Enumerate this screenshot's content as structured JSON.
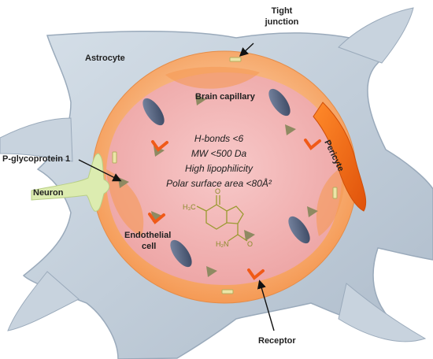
{
  "labels": {
    "tight_junction_line1": "Tight",
    "tight_junction_line2": "junction",
    "astrocyte": "Astrocyte",
    "brain_capillary": "Brain capillary",
    "p_glycoprotein": "P-glycoprotein 1",
    "neuron": "Neuron",
    "pericyte": "Pericyte",
    "endothelial_line1": "Endothelial",
    "endothelial_line2": "cell",
    "receptor": "Receptor"
  },
  "criteria": {
    "hbonds": "H-bonds <6",
    "mw": "MW <500 Da",
    "lipophilicity": "High lipophilicity",
    "psa": "Polar surface area <80Å²"
  },
  "molecule": {
    "methyl": "H₃C",
    "oxygen": "O",
    "amide": "H₂N",
    "amide_oxygen": "O"
  },
  "colors": {
    "astrocyte": "#c4d0dc",
    "endothelial": "#f7a86b",
    "lumen": "#f2b6b6",
    "pericyte": "#f26a10",
    "neuron": "#dcecb0",
    "pgp": "#4a5a78",
    "receptor": "#f05a18",
    "transporter": "#8f8a62",
    "junction": "#ece6a8"
  }
}
